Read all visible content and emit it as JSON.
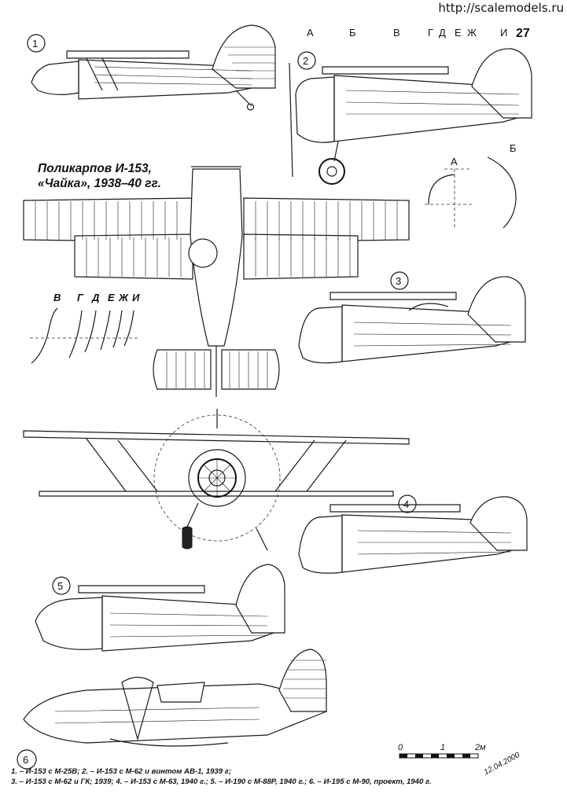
{
  "watermark": "http://scalemodels.ru",
  "page_number": "27",
  "title_line1": "Поликарпов И-153,",
  "title_line2": "«Чайка», 1938–40 гг.",
  "section_letters_top": [
    "А",
    "Б",
    "В",
    "Г",
    "Д",
    "Е",
    "Ж",
    "И"
  ],
  "section_letters_left": [
    "В",
    "Г",
    "Д",
    "Е",
    "Ж",
    "И"
  ],
  "section_marks_right": [
    "А",
    "Б"
  ],
  "view_numbers": [
    "1",
    "2",
    "3",
    "4",
    "5",
    "6"
  ],
  "scale": {
    "zero": "0",
    "one": "1",
    "two": "2м"
  },
  "signature": "12.04.2000",
  "caption_line1": "1. – И-153 с М-25В; 2. – И-153 с М-62 и винтом АВ-1, 1939 г;",
  "caption_line2": "3. – И-153 с М-62 и ГК; 1939; 4. – И-153 с М-63, 1940 г.; 5. – И-190 с М-88Р, 1940 г.; 6. – И-195 с М-90, проект, 1940 г."
}
